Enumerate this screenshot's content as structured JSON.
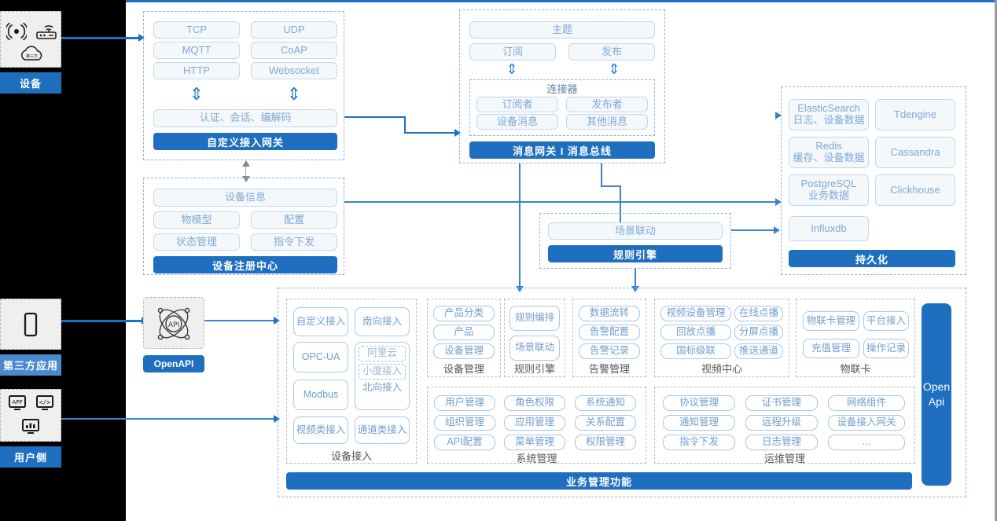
{
  "theme": {
    "accent": "#1f6fc0",
    "chip_border": "#c3d7ef",
    "chip_text": "#7fa8d4",
    "chip_bg": "#f4f8fb",
    "panel_dash": "#8fb4de",
    "rail_bg": "#000000",
    "canvas_bg": "#ffffff"
  },
  "rail": {
    "actors": [
      {
        "id": "device",
        "label": "设备",
        "icons": [
          "wifi-signal-icon",
          "router-icon",
          "cloud-icon"
        ]
      },
      {
        "id": "third-party-app",
        "label": "第三方应用",
        "icons": [
          "mobile-phone-icon"
        ]
      },
      {
        "id": "user-side",
        "label": "用户侧",
        "icons": [
          "app-monitor-icon",
          "code-monitor-icon",
          "chart-monitor-icon"
        ]
      }
    ]
  },
  "access_gateway": {
    "protocols": [
      "TCP",
      "UDP",
      "MQTT",
      "CoAP",
      "HTTP",
      "Websocket"
    ],
    "middle": "认证、会话、编解码",
    "footer": "自定义接入网关"
  },
  "message_gateway": {
    "topic": "主题",
    "subscribe": "订阅",
    "publish": "发布",
    "connector": {
      "title": "连接器",
      "items": [
        "订阅者",
        "发布者",
        "设备消息",
        "其他消息"
      ]
    },
    "footer": "消息网关 I 消息总线"
  },
  "device_registry": {
    "header": "设备信息",
    "items": [
      "物模型",
      "配置",
      "状态管理",
      "指令下发"
    ],
    "footer": "设备注册中心"
  },
  "rule_engine": {
    "item": "场景联动",
    "footer": "规则引擎"
  },
  "persistence": {
    "stores": [
      {
        "name": "ElasticSearch",
        "desc": "日志、设备数据"
      },
      {
        "name": "Tdengine",
        "desc": ""
      },
      {
        "name": "Redis",
        "desc": "缓存、设备数据"
      },
      {
        "name": "Cassandra",
        "desc": ""
      },
      {
        "name": "PostgreSQL",
        "desc": "业务数据"
      },
      {
        "name": "Clickhouse",
        "desc": ""
      },
      {
        "name": "Influxdb",
        "desc": ""
      }
    ],
    "footer": "持久化"
  },
  "openapi": {
    "badge": "OpenAPI",
    "icon": "api-atom-icon",
    "side_bar_line1": "Open",
    "side_bar_line2": "Api"
  },
  "business": {
    "footer": "业务管理功能",
    "groups": [
      {
        "id": "device-access",
        "title": "设备接入",
        "items": [
          "自定义接入",
          "南向接入",
          "OPC-UA",
          "Modbus",
          "视频类接入",
          "通道类接入"
        ],
        "northbound": {
          "label": "北向接入",
          "sub": [
            "阿里云",
            "小度接入"
          ]
        }
      },
      {
        "id": "device-management",
        "title": "设备管理",
        "items": [
          "产品分类",
          "产品",
          "设备管理"
        ]
      },
      {
        "id": "rule-engine",
        "title": "规则引擎",
        "items": [
          "规则编排",
          "场景联动"
        ]
      },
      {
        "id": "alarm-management",
        "title": "告警管理",
        "items": [
          "数据流转",
          "告警配置",
          "告警记录"
        ]
      },
      {
        "id": "video-center",
        "title": "视频中心",
        "items": [
          "视频设备管理",
          "在线点播",
          "回放点播",
          "分屏点播",
          "国标级联",
          "推送通道"
        ]
      },
      {
        "id": "iot-card",
        "title": "物联卡",
        "items": [
          "物联卡管理",
          "平台接入",
          "充值管理",
          "操作记录"
        ]
      },
      {
        "id": "system-management",
        "title": "系统管理",
        "items": [
          "用户管理",
          "角色权限",
          "系统通知",
          "组织管理",
          "应用管理",
          "关系配置",
          "API配置",
          "菜单管理",
          "权限管理"
        ]
      },
      {
        "id": "ops-management",
        "title": "运维管理",
        "items": [
          "协议管理",
          "证书管理",
          "网络组件",
          "通知管理",
          "远程升级",
          "设备接入网关",
          "指令下发",
          "日志管理",
          "..."
        ]
      }
    ]
  }
}
